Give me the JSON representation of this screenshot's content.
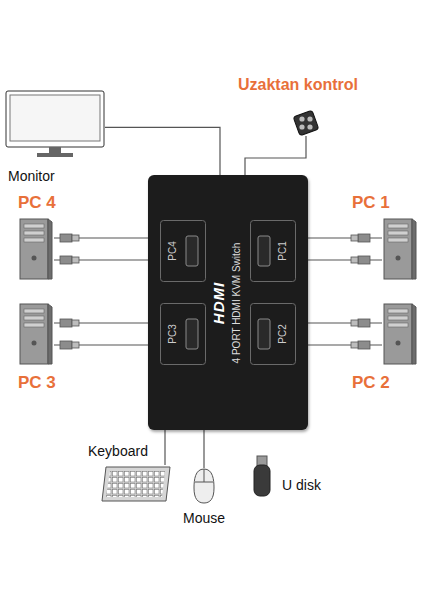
{
  "diagram": {
    "nodes": [
      {
        "text": [
          "Monitor"
        ]
      },
      {
        "text": [
          "Uzaktan kontrol"
        ]
      },
      {
        "text": [
          "HDMI",
          "4 PORT HDMI KVM Switch"
        ]
      },
      {
        "text": [
          "PC4"
        ],
        "in": 2
      },
      {
        "text": [
          "PC1"
        ],
        "in": 2
      },
      {
        "text": [
          "PC3"
        ],
        "in": 2
      },
      {
        "text": [
          "PC2"
        ],
        "in": 2
      },
      {
        "text": [
          "PC 4"
        ]
      },
      {
        "text": [
          "PC 1"
        ]
      },
      {
        "text": [
          "PC 3"
        ]
      },
      {
        "text": [
          "PC 2"
        ]
      },
      {
        "text": [
          "Keyboard"
        ]
      },
      {
        "text": [
          "Mouse"
        ]
      },
      {
        "text": [
          "U disk"
        ]
      }
    ],
    "edges": [
      {
        "from": 0,
        "to": 2,
        "arrow": "none"
      },
      {
        "from": 1,
        "to": 2,
        "arrow": "none"
      },
      {
        "from": 7,
        "to": 2,
        "arrow": "none"
      },
      {
        "from": 7,
        "to": 2,
        "arrow": "none"
      },
      {
        "from": 8,
        "to": 2,
        "arrow": "none"
      },
      {
        "from": 8,
        "to": 2,
        "arrow": "none"
      },
      {
        "from": 9,
        "to": 2,
        "arrow": "none"
      },
      {
        "from": 9,
        "to": 2,
        "arrow": "none"
      },
      {
        "from": 10,
        "to": 2,
        "arrow": "none"
      },
      {
        "from": 10,
        "to": 2,
        "arrow": "none"
      },
      {
        "from": 11,
        "to": 2,
        "arrow": "none"
      },
      {
        "from": 12,
        "to": 2,
        "arrow": "none"
      }
    ]
  }
}
